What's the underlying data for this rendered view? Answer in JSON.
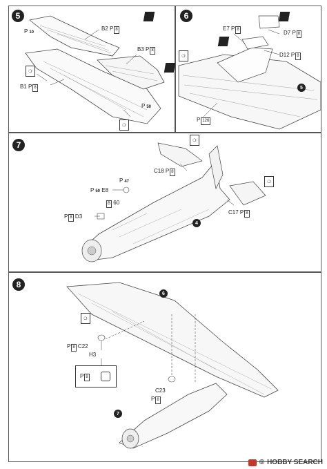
{
  "steps": {
    "s5": {
      "number": "5",
      "labels": {
        "p_top": "10",
        "b2": "B2",
        "b2_p": "8",
        "b3": "B3",
        "b3_p": "8",
        "b1": "B1",
        "b1_p": "8",
        "p_bottom": "50"
      }
    },
    "s6": {
      "number": "6",
      "labels": {
        "e7": "E7",
        "e7_p": "8",
        "d7": "D7",
        "d7_p": "8",
        "d12": "D12",
        "d12_p": "8",
        "ref": "5",
        "p_left": "126"
      }
    },
    "s7": {
      "number": "7",
      "labels": {
        "c18": "C18",
        "c18_p": "8",
        "p47": "47",
        "p50_small": "50",
        "e8": "E8",
        "b_tag": "B",
        "b_num": "60",
        "d3": "D3",
        "d3_p": "8",
        "c17": "C17",
        "c17_p": "8",
        "ref": "4"
      }
    },
    "s8": {
      "number": "8",
      "labels": {
        "ref_wing": "6",
        "c22": "C22",
        "c22_p": "8",
        "h3": "H3",
        "inset_p": "8",
        "c23": "C23",
        "c23_p": "8",
        "ref_fuse": "7"
      }
    }
  },
  "watermark": {
    "brand": "HOBBY SEARCH",
    "copyright": "©"
  }
}
